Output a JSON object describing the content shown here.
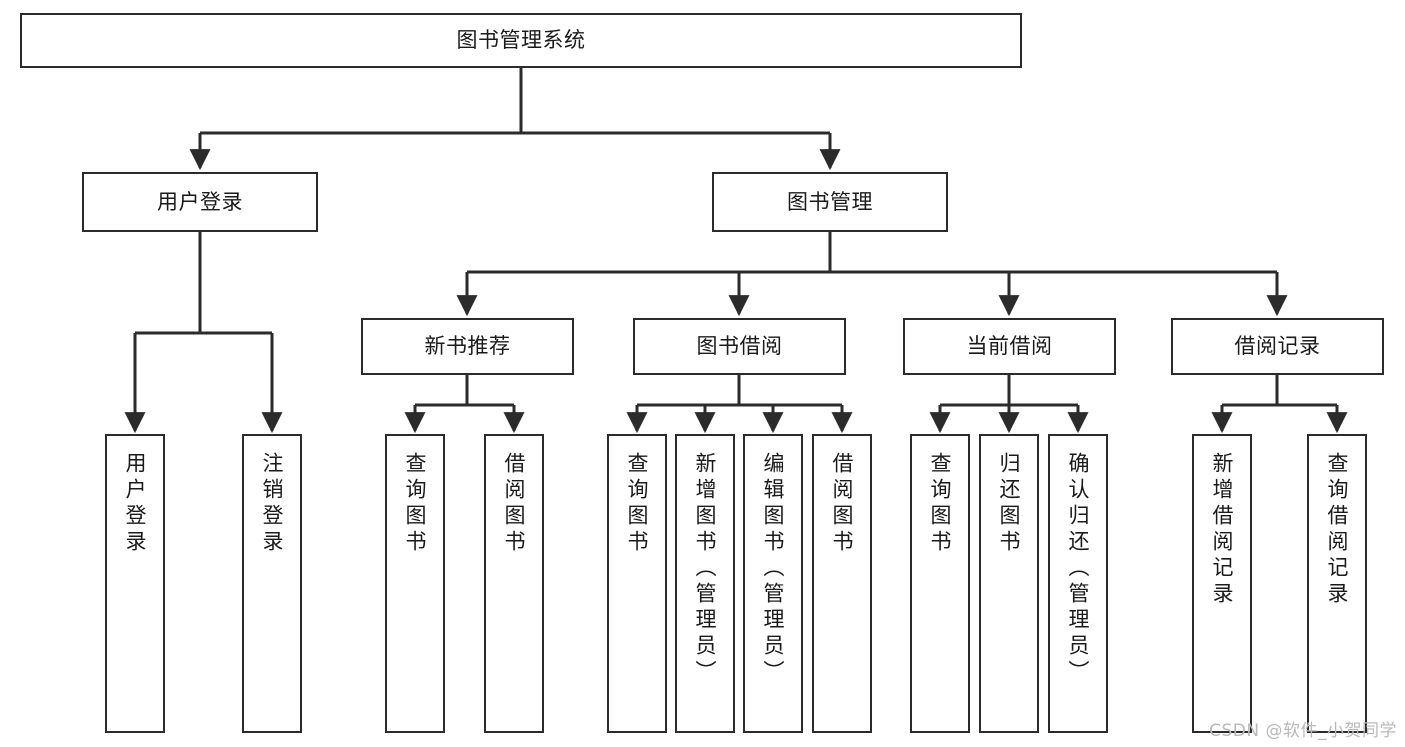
{
  "diagram": {
    "title": "图书管理系统",
    "watermark": "CSDN @软件_小贺同学",
    "colors": {
      "background": "#ffffff",
      "stroke": "#2b2b2b",
      "text": "#1a1a1a",
      "watermark": "#b9b9b9"
    },
    "nodes": {
      "root": {
        "label": "图书管理系统"
      },
      "level1": [
        {
          "label": "用户登录"
        },
        {
          "label": "图书管理"
        }
      ],
      "level2": [
        {
          "label": "新书推荐"
        },
        {
          "label": "图书借阅"
        },
        {
          "label": "当前借阅"
        },
        {
          "label": "借阅记录"
        }
      ],
      "leaves": {
        "user_login": [
          {
            "label": "用户登录"
          },
          {
            "label": "注销登录"
          }
        ],
        "new_book": [
          {
            "label": "查询图书"
          },
          {
            "label": "借阅图书"
          }
        ],
        "book_borrow": [
          {
            "label": "查询图书"
          },
          {
            "label": "新增图书（管理员）"
          },
          {
            "label": "编辑图书（管理员）"
          },
          {
            "label": "借阅图书"
          }
        ],
        "current_borrow": [
          {
            "label": "查询图书"
          },
          {
            "label": "归还图书"
          },
          {
            "label": "确认归还（管理员）"
          }
        ],
        "borrow_record": [
          {
            "label": "新增借阅记录"
          },
          {
            "label": "查询借阅记录"
          }
        ]
      }
    }
  }
}
